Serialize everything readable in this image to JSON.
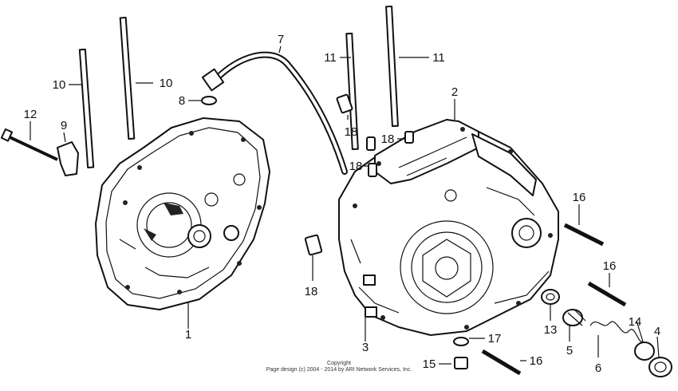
{
  "diagram": {
    "callouts": {
      "c1": "1",
      "c2": "2",
      "c3": "3",
      "c4": "4",
      "c5": "5",
      "c6": "6",
      "c7": "7",
      "c8": "8",
      "c9": "9",
      "c10a": "10",
      "c10b": "10",
      "c11a": "11",
      "c11b": "11",
      "c12": "12",
      "c13": "13",
      "c14": "14",
      "c15": "15",
      "c16a": "16",
      "c16b": "16",
      "c16c": "16",
      "c17": "17",
      "c18a": "18",
      "c18b": "18",
      "c18c": "18",
      "c18d": "18"
    }
  },
  "footer": {
    "line1": "Copyright",
    "line2": "Page design (c) 2004 - 2014 by ARI Network Services, Inc."
  }
}
